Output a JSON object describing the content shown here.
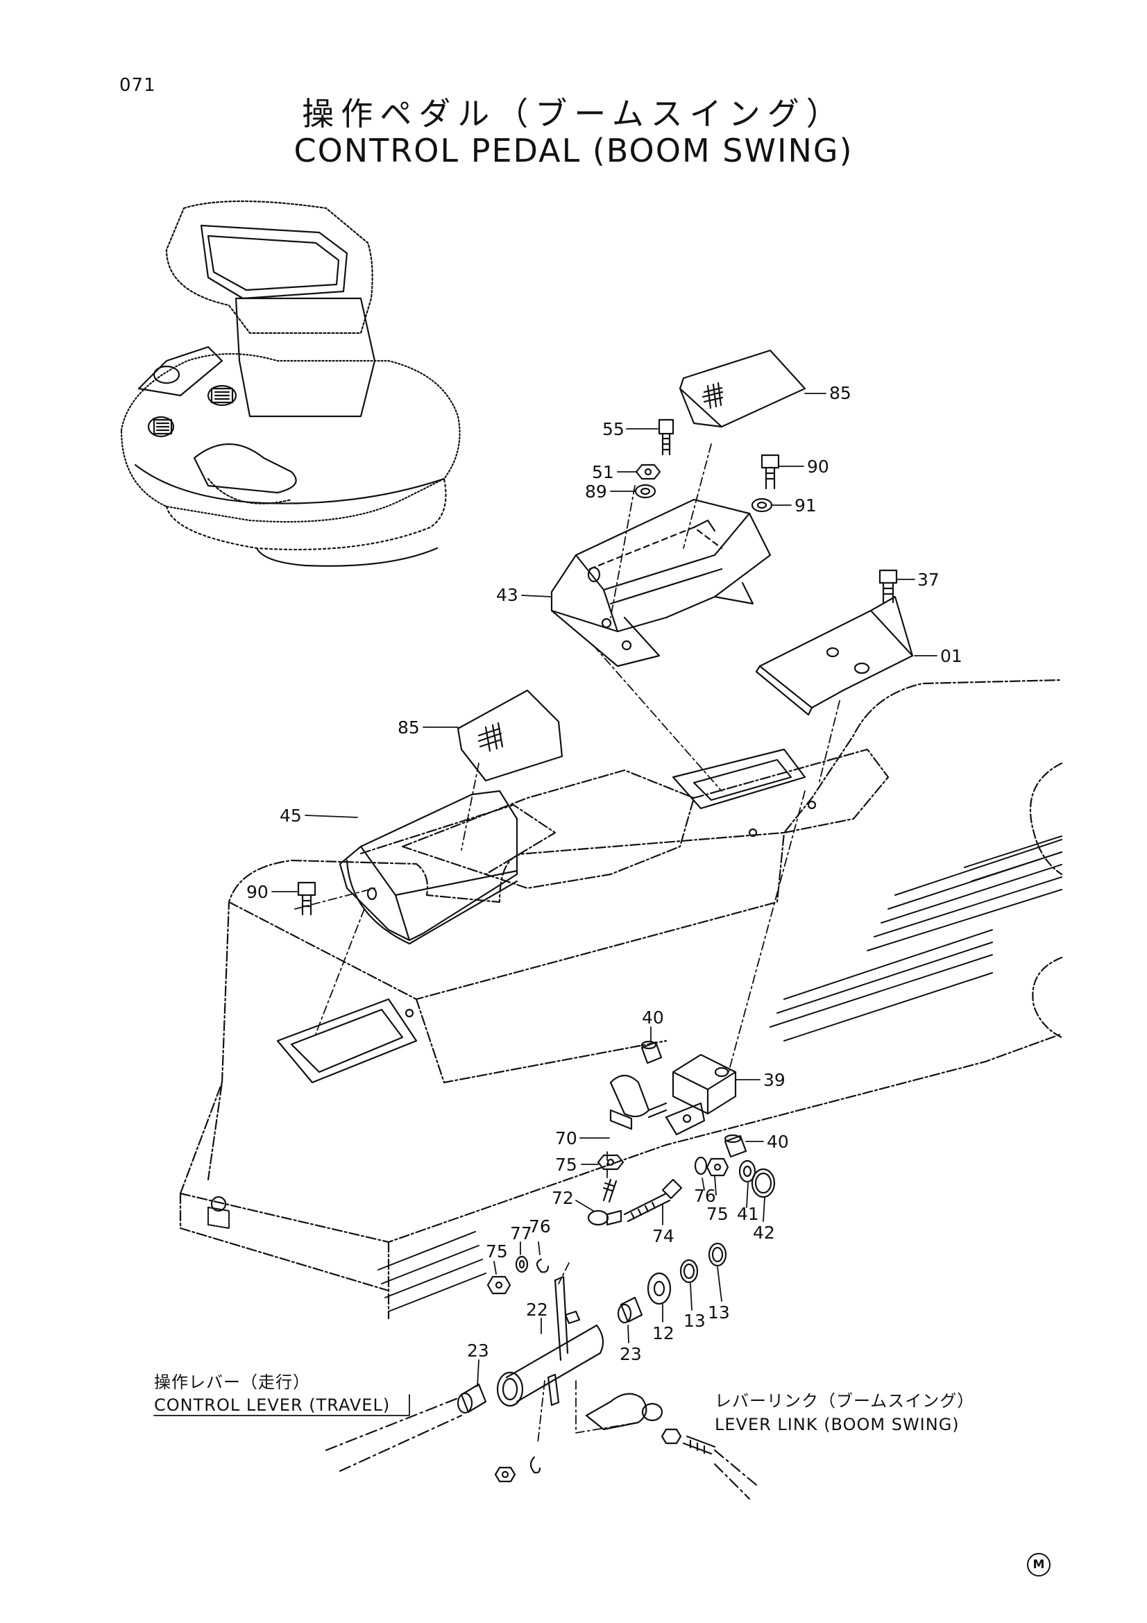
{
  "page_number": "071",
  "title_jp": "操作ペダル（ブームスイング）",
  "title_en": "CONTROL PEDAL (BOOM SWING)",
  "callouts": [
    "85",
    "55",
    "51",
    "89",
    "90",
    "91",
    "43",
    "37",
    "01",
    "85",
    "45",
    "90",
    "40",
    "39",
    "70",
    "40",
    "75",
    "72",
    "76",
    "75",
    "41",
    "42",
    "74",
    "77",
    "76",
    "75",
    "22",
    "13",
    "13",
    "12",
    "23",
    "23"
  ],
  "captions": {
    "left_jp": "操作レバー（走行）",
    "left_en": "CONTROL LEVER (TRAVEL)",
    "right_jp": "レバーリンク（ブームスイング）",
    "right_en": "LEVER LINK (BOOM SWING)"
  },
  "corner_mark": "M"
}
